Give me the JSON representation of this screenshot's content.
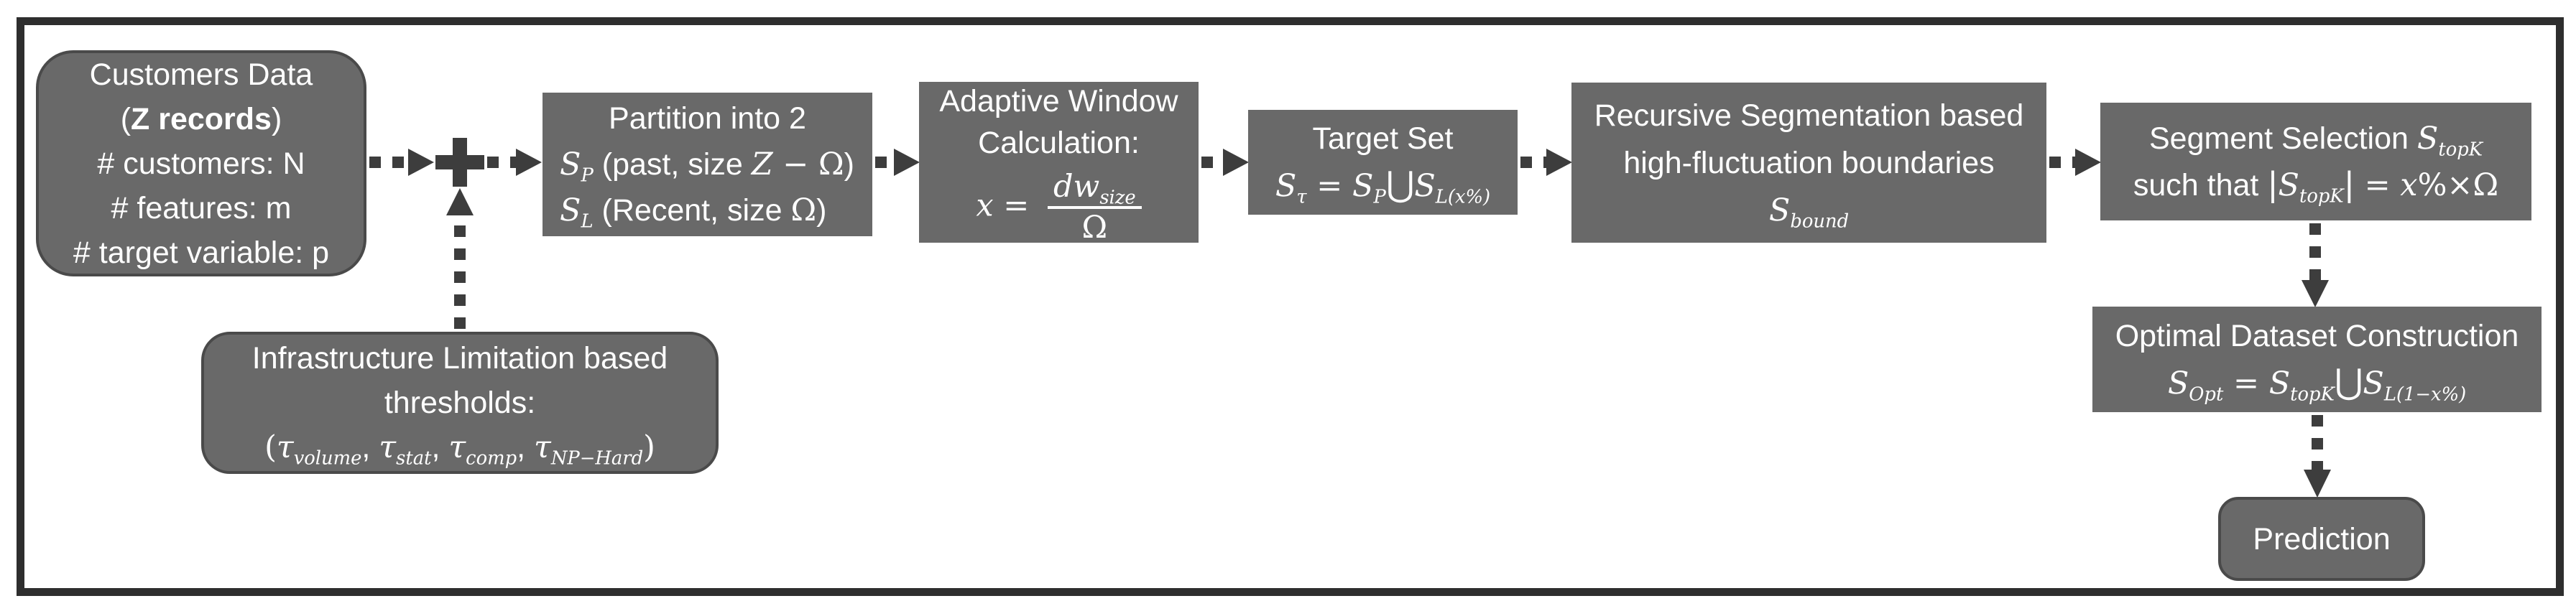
{
  "diagram": {
    "colors": {
      "box_fill": "#696969",
      "box_border": "#4a4a4a",
      "arrow": "#3d3d3d",
      "frame": "#2e2e2e",
      "text": "#ffffff"
    },
    "boxes": {
      "customers_data": {
        "title": "Customers Data",
        "records_open": "(",
        "records_bold": "Z records",
        "records_close": ")",
        "customers": "# customers: N",
        "features": "# features: m",
        "target_variable": "# target variable: p"
      },
      "partition": {
        "title": "Partition into 2",
        "past_s": "S",
        "past_sub": "P",
        "past_pre": " (past, size ",
        "past_z": "Z",
        "past_minus": " − ",
        "past_omega": "Ω",
        "past_close": ")",
        "recent_s": "S",
        "recent_sub": "L",
        "recent_pre": " (Recent, size ",
        "recent_omega": "Ω",
        "recent_close": ")"
      },
      "adaptive_window": {
        "line1": "Adaptive Window",
        "line2": "Calculation:",
        "x": "x",
        "equals": " = ",
        "numerator": "dw",
        "numerator_sub": "size",
        "denominator": "Ω"
      },
      "target_set": {
        "title": "Target Set",
        "s1": "S",
        "s1_sub": "τ",
        "equals": " = ",
        "s2": "S",
        "s2_sub": "P",
        "union": "⋃",
        "s3": "S",
        "s3_sub": "L(x%)"
      },
      "recursive_segmentation": {
        "line1": "Recursive Segmentation based",
        "line2": "high-fluctuation boundaries",
        "s": "S",
        "s_sub": "bound"
      },
      "segment_selection": {
        "line1_text": "Segment Selection ",
        "s1": "S",
        "s1_sub": "topK",
        "line2_text": "such that ",
        "bar_open": "|",
        "s2": "S",
        "s2_sub": "topK",
        "bar_close": "|",
        "equals": " = ",
        "x": "x",
        "rest": "%×Ω"
      },
      "optimal_dataset": {
        "title": "Optimal Dataset Construction",
        "s1": "S",
        "s1_sub": "Opt",
        "equals": " = ",
        "s2": "S",
        "s2_sub": "topK",
        "union": "⋃",
        "s3": "S",
        "s3_sub": "L(1−x%)"
      },
      "prediction": {
        "label": "Prediction"
      },
      "thresholds": {
        "line1": "Infrastructure Limitation based",
        "line2": "thresholds:",
        "open": "(",
        "tau1": "τ",
        "tau1_sub": "volume",
        "comma1": ", ",
        "tau2": "τ",
        "tau2_sub": "stat",
        "comma2": ", ",
        "tau3": "τ",
        "tau3_sub": "comp",
        "comma3": ", ",
        "tau4": "τ",
        "tau4_sub": "NP−Hard",
        "close": ")"
      }
    }
  }
}
